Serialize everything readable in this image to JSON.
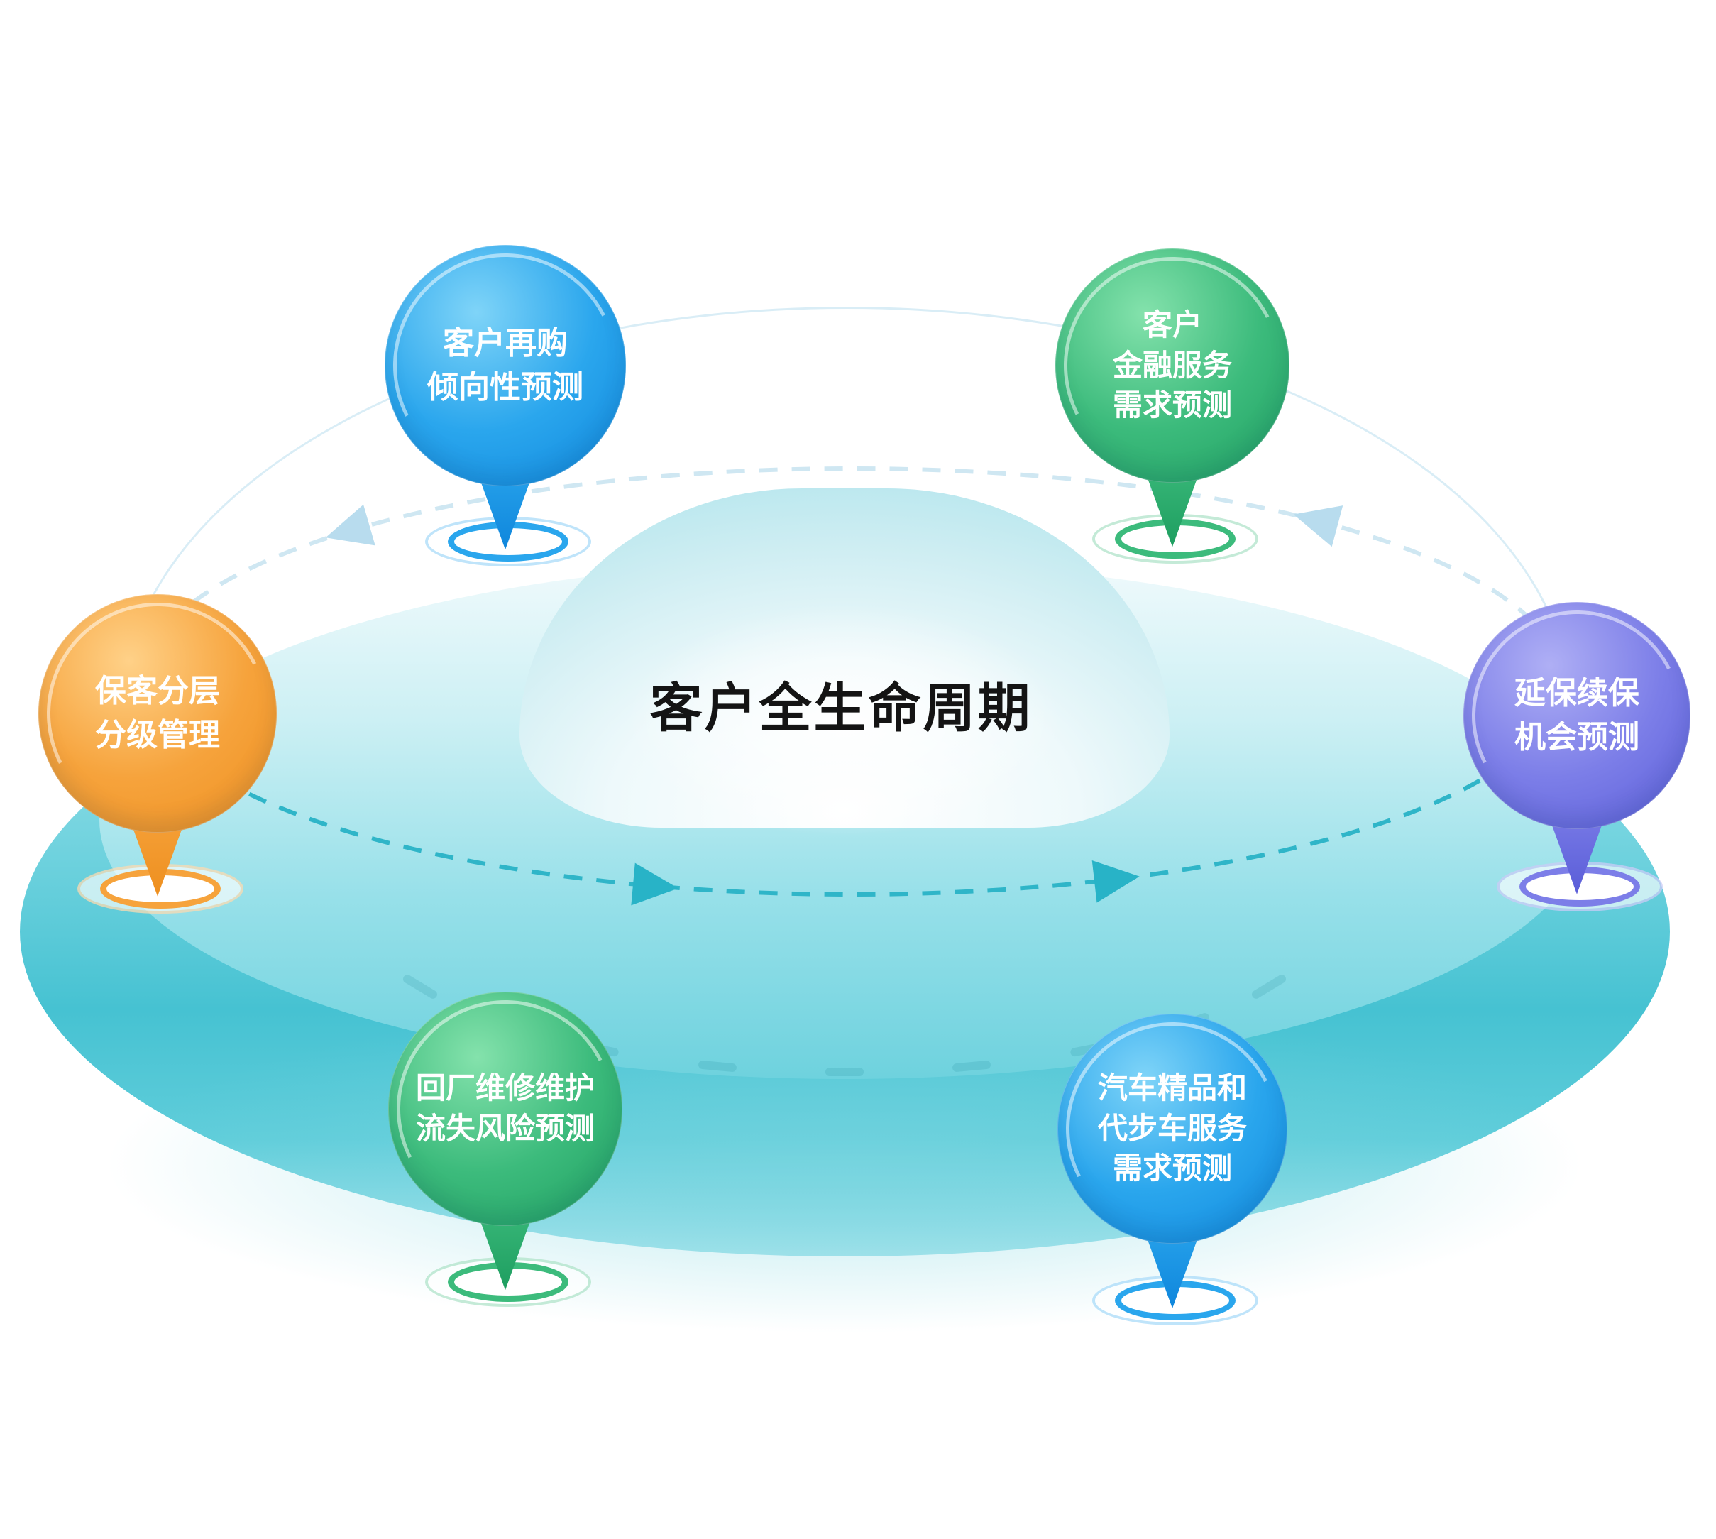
{
  "diagram": {
    "title": "客户全生命周期",
    "nodes": [
      {
        "id": "customer-repurchase-propensity",
        "lines": [
          "客户再购",
          "倾向性预测"
        ],
        "color": "#2AA6ED"
      },
      {
        "id": "customer-financial-service-demand",
        "lines": [
          "客户",
          "金融服务",
          "需求预测"
        ],
        "color": "#3CBB7C"
      },
      {
        "id": "retained-customer-tiered-management",
        "lines": [
          "保客分层",
          "分级管理"
        ],
        "color": "#F6A33C"
      },
      {
        "id": "extended-warranty-renewal-opportunity",
        "lines": [
          "延保续保",
          "机会预测"
        ],
        "color": "#7C7EE8"
      },
      {
        "id": "service-return-churn-risk",
        "lines": [
          "回厂维修维护",
          "流失风险预测"
        ],
        "color": "#3CBB7C"
      },
      {
        "id": "accessories-courtesy-car-service-demand",
        "lines": [
          "汽车精品和",
          "代步车服务",
          "需求预测"
        ],
        "color": "#2AA6ED"
      }
    ],
    "colors": {
      "disc_teal": "#46C2D2",
      "orbit_dash": "#2FB5C8",
      "orbit_dash_light": "#CFE7F2",
      "title_text": "#141414",
      "node_text": "#FFFFFF"
    }
  }
}
